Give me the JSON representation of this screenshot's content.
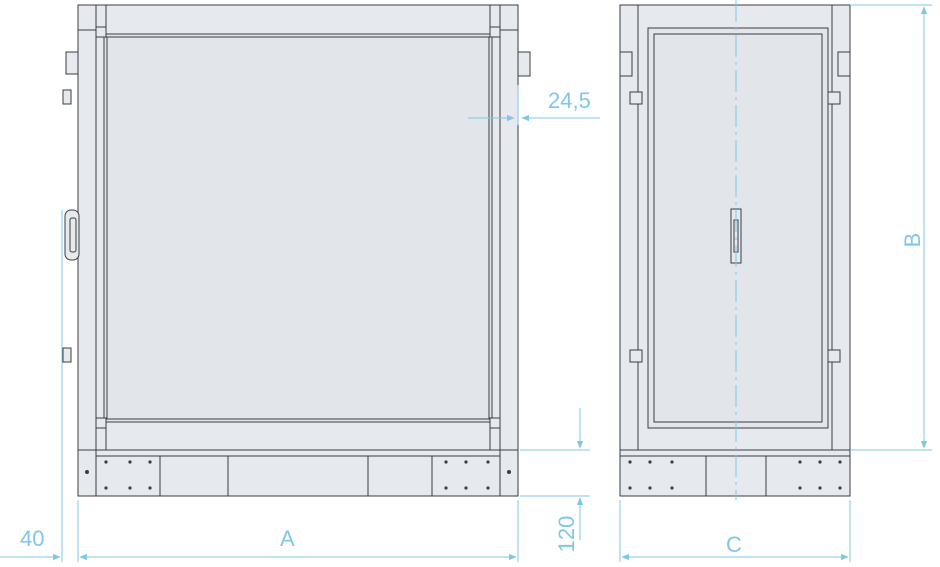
{
  "dimensions": {
    "a": "A",
    "b": "B",
    "c": "C",
    "side_offset": "40",
    "plinth_height": "120",
    "frame_offset": "24,5"
  },
  "colors": {
    "dimension": "#7fc7e8",
    "outline": "#3a3d42",
    "panel": "#e6e9ed"
  }
}
